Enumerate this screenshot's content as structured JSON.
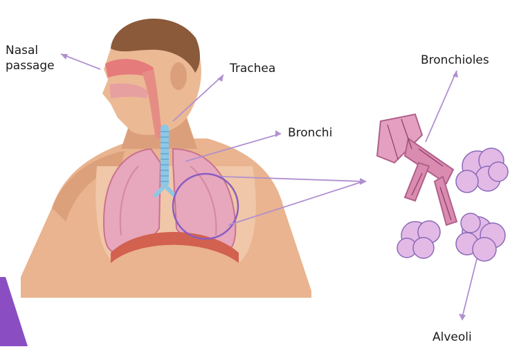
{
  "labels": {
    "nasal_line1": "Nasal",
    "nasal_line2": "passage",
    "trachea": "Trachea",
    "bronchi": "Bronchi",
    "bronchioles": "Bronchioles",
    "alveoli": "Alveoli"
  },
  "colors": {
    "skin": "#e9b48f",
    "skin_shadow": "#d4946d",
    "hair": "#8a5a3a",
    "lung": "#e7a7bd",
    "lung_dark": "#c8728f",
    "trachea": "#8ec7e6",
    "diaphragm": "#d2614f",
    "arrow": "#b08fd0",
    "alveoli": "#e3b9e6",
    "bronchiole": "#d98bb0"
  }
}
